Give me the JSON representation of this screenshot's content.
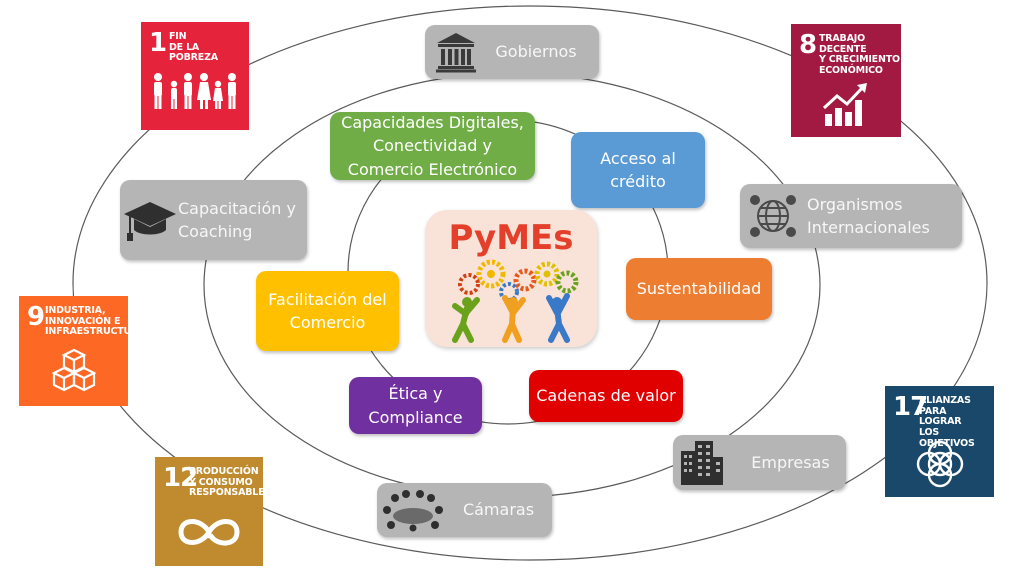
{
  "center": {
    "title": "PyMEs"
  },
  "inner": {
    "capacidades": [
      "Capacidades Digitales,",
      "Conectividad y",
      "Comercio Electrónico"
    ],
    "acceso": [
      "Acceso al",
      "crédito"
    ],
    "sustentabilidad": "Sustentabilidad",
    "cadenas": "Cadenas de valor",
    "etica": [
      "Ética y",
      "Compliance"
    ],
    "facilitacion": [
      "Facilitación del",
      "Comercio"
    ]
  },
  "outer": {
    "gobiernos": "Gobiernos",
    "capacitacion": [
      "Capacitación y",
      "Coaching"
    ],
    "organismos": [
      "Organismos",
      "Internacionales"
    ],
    "empresas": "Empresas",
    "camaras": "Cámaras"
  },
  "sdgs": {
    "sdg1": {
      "number": "1",
      "title": [
        "FIN",
        "DE LA POBREZA"
      ],
      "color": "#e5243b",
      "icon": "family-icon"
    },
    "sdg8": {
      "number": "8",
      "title": [
        "TRABAJO DECENTE",
        "Y CRECIMIENTO",
        "ECONÓMICO"
      ],
      "color": "#a21942",
      "icon": "growth-chart-icon"
    },
    "sdg9": {
      "number": "9",
      "title": [
        "INDUSTRIA,",
        "INNOVACIÓN E",
        "INFRAESTRUCTURA"
      ],
      "color": "#fd6925",
      "icon": "cubes-icon"
    },
    "sdg12": {
      "number": "12",
      "title": [
        "PRODUCCIÓN",
        "Y CONSUMO",
        "RESPONSABLES"
      ],
      "color": "#bf8b2e",
      "icon": "infinity-icon"
    },
    "sdg17": {
      "number": "17",
      "title": [
        "ALIANZAS PARA",
        "LOGRAR",
        "LOS OBJETIVOS"
      ],
      "color": "#19486a",
      "icon": "rings-icon"
    }
  },
  "colors": {
    "capacidades": "#70ad47",
    "acceso": "#5b9bd5",
    "sustentabilidad": "#ed7d31",
    "cadenas": "#e00000",
    "etica": "#7030a0",
    "facilitacion": "#ffc000",
    "outer_box": "#b5b5b5"
  }
}
